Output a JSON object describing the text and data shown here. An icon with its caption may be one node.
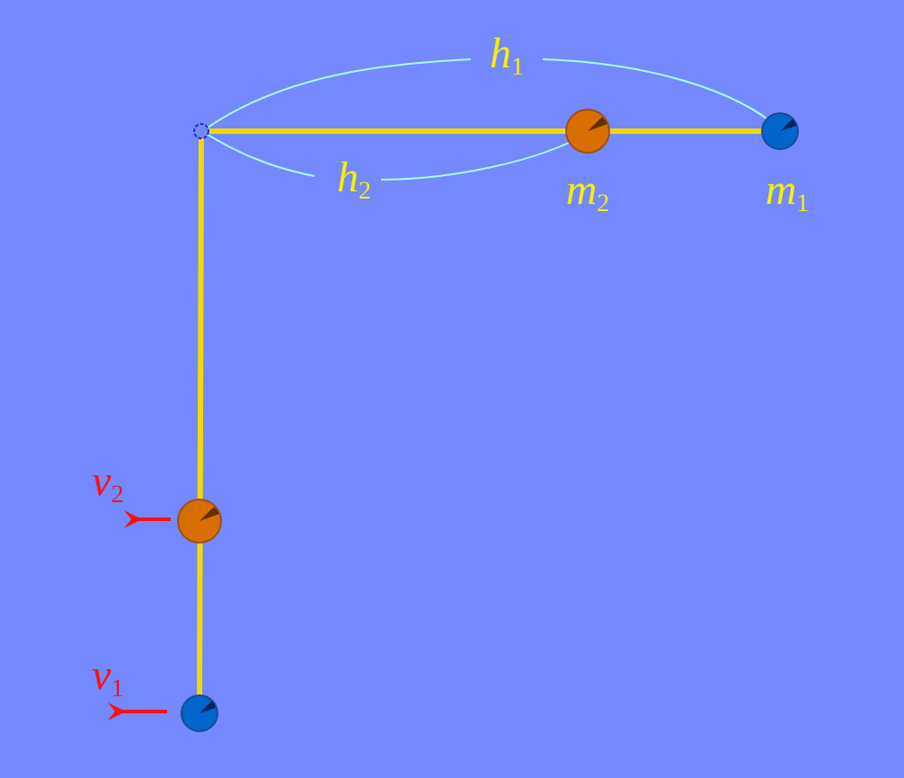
{
  "diagram": {
    "labels": [
      "h$_{1}$",
      "h$_{2}$",
      "m$_{2}$",
      "m$_{1}$",
      "v$_{2}$",
      "v$_{1}$"
    ]
  }
}
